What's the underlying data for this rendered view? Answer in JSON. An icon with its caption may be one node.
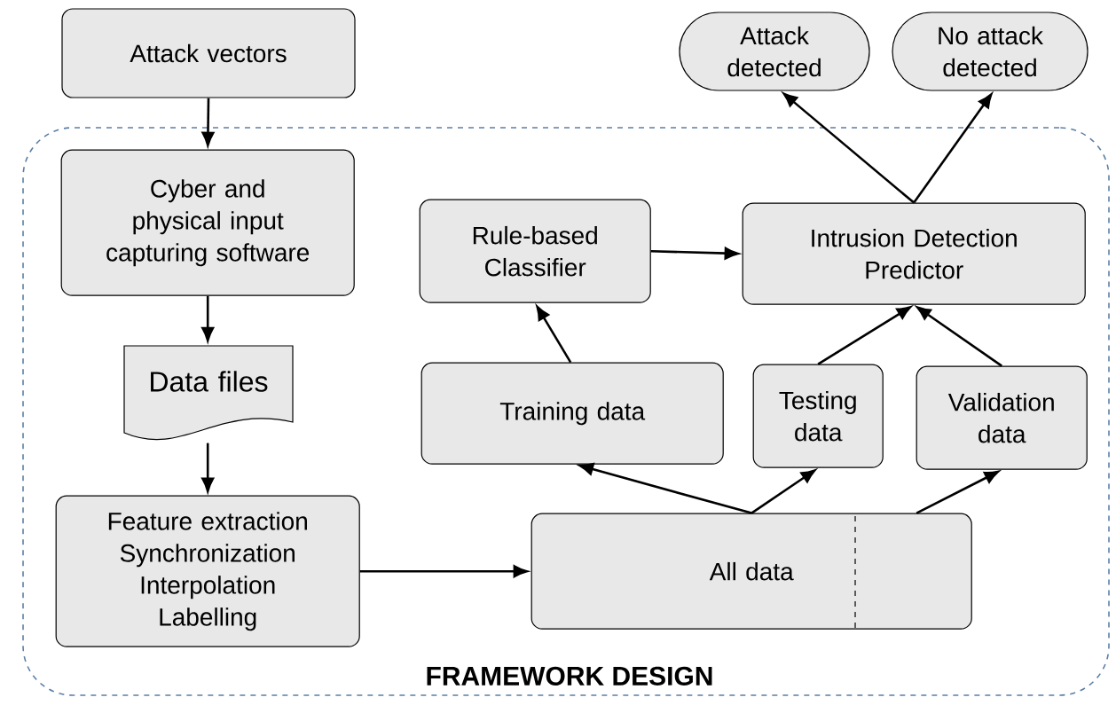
{
  "diagram": {
    "nodes": [
      {
        "text": [
          "FRAMEWORK DESIGN"
        ]
      },
      {
        "text": [
          "Attack vectors"
        ]
      },
      {
        "text": [
          "Cyber and physical input capturing software"
        ],
        "in": 0
      },
      {
        "text": [
          "Data files"
        ],
        "in": 0
      },
      {
        "text": [
          "Feature extraction",
          "Synchronization",
          "Interpolation",
          "Labelling"
        ],
        "in": 0
      },
      {
        "text": [
          "Rule-based Classifier"
        ],
        "in": 0
      },
      {
        "text": [
          "Intrusion Detection Predictor"
        ],
        "in": 0
      },
      {
        "text": [
          "Training data"
        ],
        "in": 0
      },
      {
        "text": [
          "Testing data"
        ],
        "in": 0
      },
      {
        "text": [
          "Validation data"
        ],
        "in": 0
      },
      {
        "text": [
          "All data"
        ],
        "in": 0
      },
      {
        "text": [
          "Attack detected"
        ]
      },
      {
        "text": [
          "No attack detected"
        ]
      }
    ],
    "edges": [
      {
        "from": 1,
        "to": 2,
        "arrow": "to"
      },
      {
        "from": 2,
        "to": 3,
        "arrow": "to"
      },
      {
        "from": 3,
        "to": 4,
        "arrow": "to"
      },
      {
        "from": 4,
        "to": 10,
        "arrow": "to"
      },
      {
        "from": 10,
        "to": 7,
        "arrow": "to"
      },
      {
        "from": 10,
        "to": 8,
        "arrow": "to"
      },
      {
        "from": 10,
        "to": 9,
        "arrow": "to"
      },
      {
        "from": 7,
        "to": 5,
        "arrow": "to"
      },
      {
        "from": 5,
        "to": 6,
        "arrow": "to"
      },
      {
        "from": 8,
        "to": 6,
        "arrow": "to"
      },
      {
        "from": 9,
        "to": 6,
        "arrow": "to"
      },
      {
        "from": 6,
        "to": 11,
        "arrow": "to"
      },
      {
        "from": 6,
        "to": 12,
        "arrow": "to"
      }
    ]
  }
}
